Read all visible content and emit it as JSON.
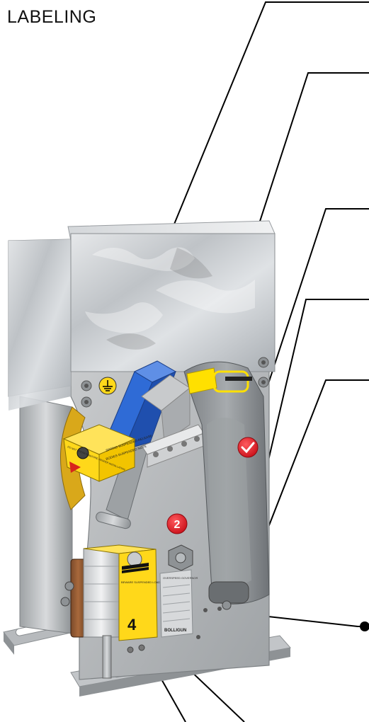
{
  "header": {
    "title": "LABELING"
  },
  "labels": {
    "safety_label_1": "SPRING SUSPENDED RELEASE",
    "safety_label_2": "BODIES SUSPENDED NOTE",
    "safety_label_3": "DO NOT OPERATE BEFORE PROPER INSTALLATION",
    "nameplate_title": "OVERSPEED GOVERNOR",
    "nameplate_brand": "BOLLIGUN",
    "warning_label": "BEWARE SUSPENDED LOAD ENERGY",
    "badge_2": "2",
    "warning_number": "4"
  },
  "colors": {
    "label_yellow": "#ffd81a",
    "leader_line": "#000000",
    "red_badge": "#e0141e",
    "blue_body": "#2f6bd6",
    "galvanized": "#c9cdd1",
    "plate_grey": "#b3b6b9"
  }
}
